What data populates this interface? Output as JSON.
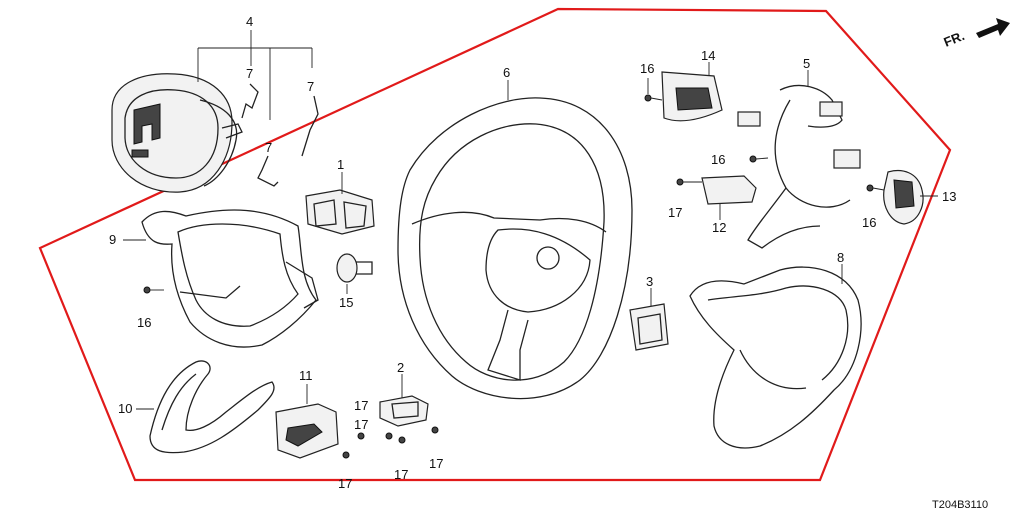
{
  "diagram_code": "T204B3110",
  "front_indicator": "FR.",
  "colors": {
    "boundary": "#e11a1a",
    "line": "#222222",
    "text": "#111111"
  },
  "callouts": [
    "1",
    "2",
    "3",
    "4",
    "5",
    "6",
    "7",
    "7",
    "7",
    "8",
    "9",
    "10",
    "11",
    "12",
    "13",
    "14",
    "15",
    "16",
    "16",
    "16",
    "16",
    "17",
    "17",
    "17",
    "17",
    "17",
    "17"
  ]
}
